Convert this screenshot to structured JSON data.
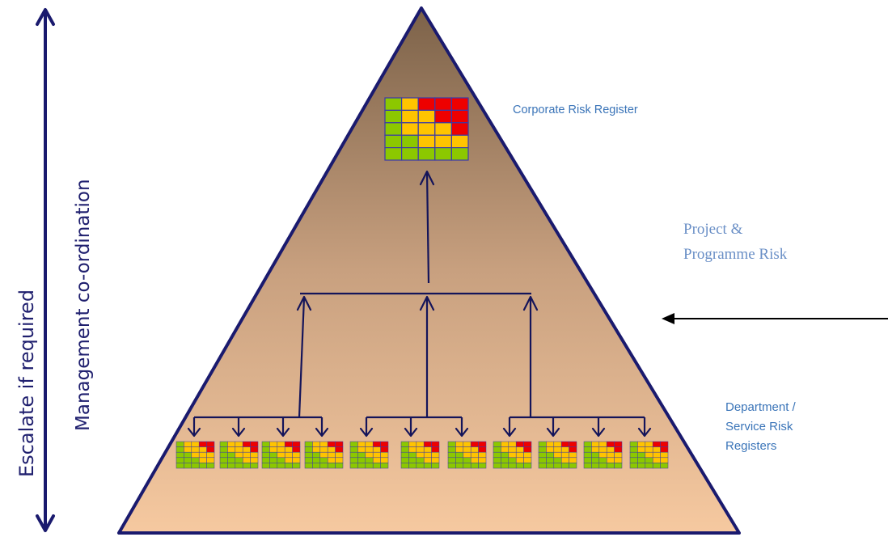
{
  "labels": {
    "escalate": "Escalate if required",
    "management": "Management co-ordination",
    "corporate": "Corporate Risk Register",
    "project_line1": "Project &",
    "project_line2": "Programme Risk",
    "department_line1": "Department /",
    "department_line2": "Service Risk",
    "department_line3": "Registers"
  },
  "icons": {
    "main_register": "risk-matrix-icon",
    "small_registers": "risk-matrix-icon"
  },
  "colors": {
    "pyramid_top": "#7c6249",
    "pyramid_bottom": "#f6c9a0",
    "pyramid_outline": "#1a1a6e",
    "connector": "#14145a",
    "label_blue": "#3a74b8",
    "label_serif": "#6a8fc6",
    "side_text": "#1f1f6e",
    "red": "#ee0000",
    "amber": "#ffc400",
    "green": "#8cc800",
    "grid_line": "#3a3aa8"
  },
  "matrices": {
    "main": [
      [
        "g",
        "a",
        "r",
        "r",
        "r"
      ],
      [
        "g",
        "a",
        "a",
        "r",
        "r"
      ],
      [
        "g",
        "a",
        "a",
        "a",
        "r"
      ],
      [
        "g",
        "g",
        "a",
        "a",
        "a"
      ],
      [
        "g",
        "g",
        "g",
        "g",
        "g"
      ]
    ],
    "small": [
      [
        "g",
        "a",
        "a",
        "r",
        "r"
      ],
      [
        "g",
        "a",
        "a",
        "a",
        "r"
      ],
      [
        "g",
        "g",
        "a",
        "a",
        "a"
      ],
      [
        "g",
        "g",
        "g",
        "a",
        "a"
      ],
      [
        "g",
        "g",
        "g",
        "g",
        "g"
      ]
    ],
    "small_count": 11
  }
}
